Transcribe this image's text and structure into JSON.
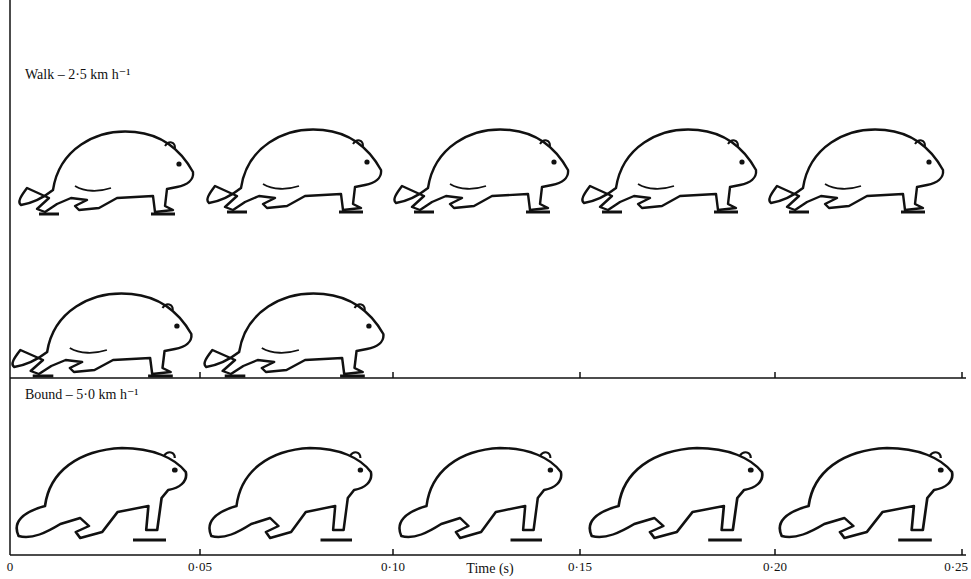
{
  "diagram": {
    "labels": [
      "Walk – 2·5 km h⁻¹",
      "Bound – 5·0 km h⁻¹",
      "0",
      "0·05",
      "0·10",
      "0·15",
      "0·20",
      "0·25",
      "Time (s)"
    ]
  }
}
